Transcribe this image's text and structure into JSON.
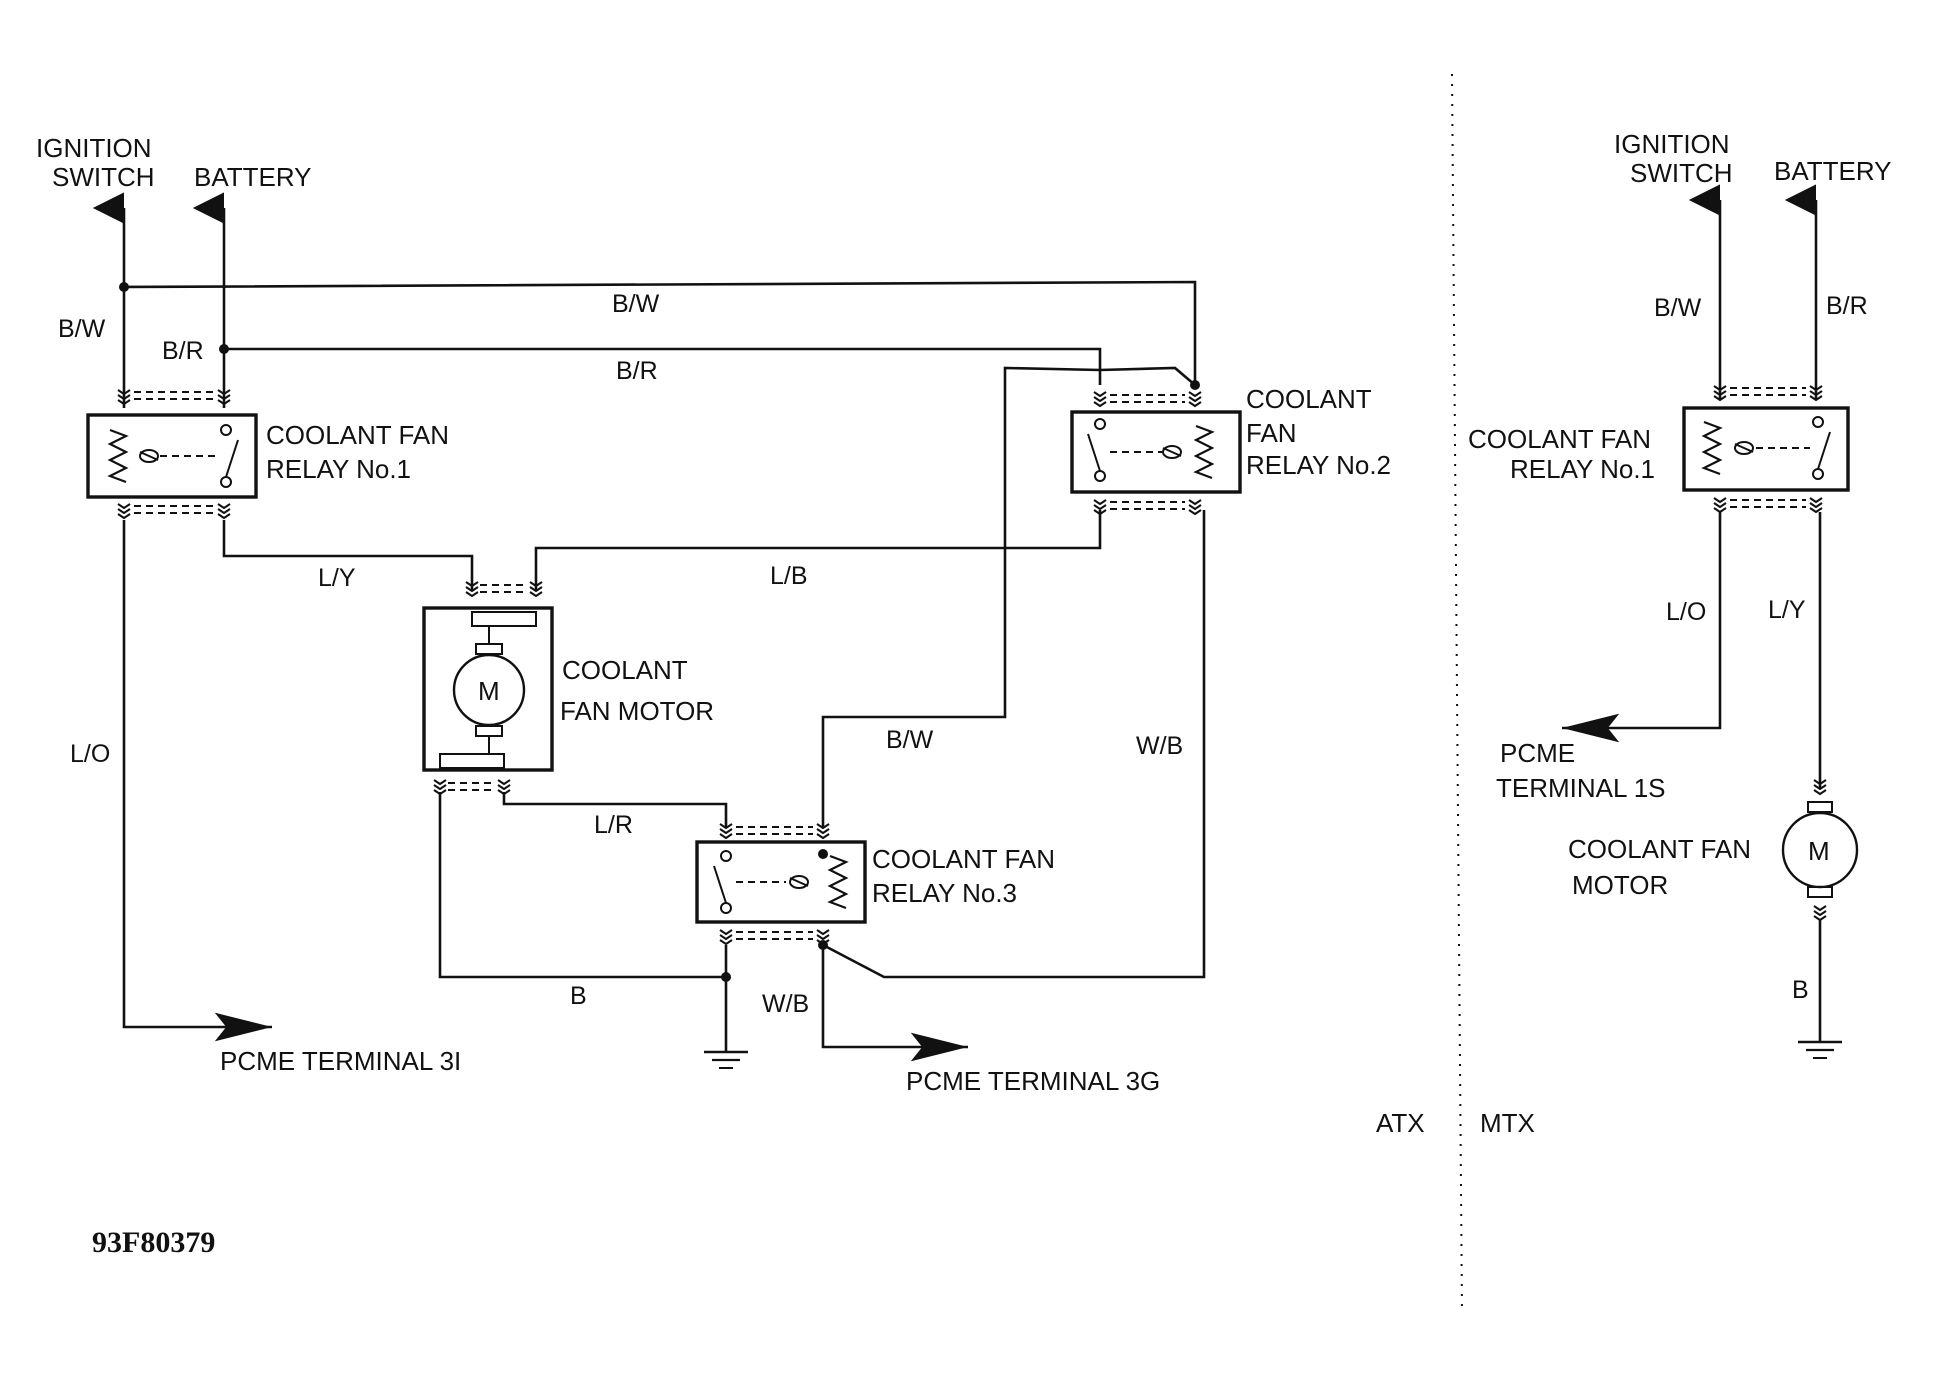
{
  "atx": {
    "terminals": {
      "ignition": [
        "IGNITION",
        "SWITCH"
      ],
      "battery": "BATTERY"
    },
    "relay1": [
      "COOLANT FAN",
      "RELAY No.1"
    ],
    "relay2": [
      "COOLANT",
      "FAN",
      "RELAY No.2"
    ],
    "relay3": [
      "COOLANT FAN",
      "RELAY No.3"
    ],
    "motor": {
      "symbol": "M",
      "label": [
        "COOLANT",
        "FAN MOTOR"
      ]
    },
    "wires": {
      "bw_ign": "B/W",
      "br_bat": "B/R",
      "bw_top": "B/W",
      "br_mid": "B/R",
      "ly": "L/Y",
      "lb": "L/B",
      "lo": "L/O",
      "bw_mid": "B/W",
      "wb_right": "W/B",
      "lr": "L/R",
      "b": "B",
      "wb_low": "W/B"
    },
    "outputs": {
      "terminal_3i": "PCME TERMINAL 3I",
      "terminal_3g": "PCME TERMINAL 3G"
    },
    "section_label": "ATX"
  },
  "mtx": {
    "terminals": {
      "ignition": [
        "IGNITION",
        "SWITCH"
      ],
      "battery": "BATTERY"
    },
    "relay1": [
      "COOLANT FAN",
      "RELAY No.1"
    ],
    "motor": {
      "symbol": "M",
      "label": [
        "COOLANT FAN",
        "MOTOR"
      ]
    },
    "wires": {
      "bw": "B/W",
      "br": "B/R",
      "lo": "L/O",
      "ly": "L/Y",
      "b": "B"
    },
    "outputs": {
      "terminal_1s": [
        "PCME",
        "TERMINAL 1S"
      ]
    },
    "section_label": "MTX"
  },
  "figure_code": "93F80379"
}
